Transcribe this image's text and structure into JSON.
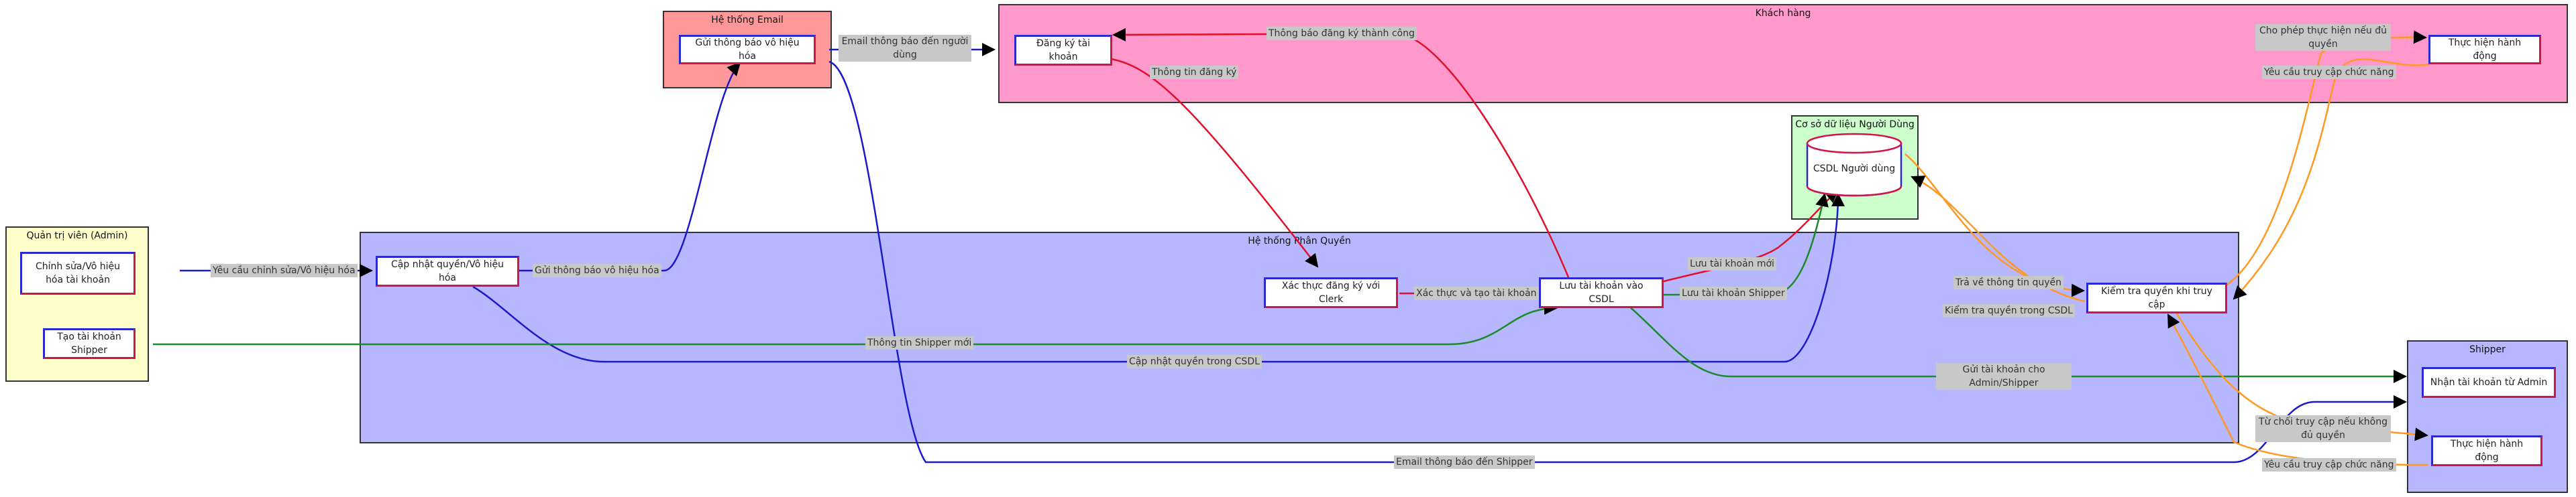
{
  "colors": {
    "email_cluster": "#ff9999",
    "customer_cluster": "#ff99cc",
    "admin_cluster": "#ffffcc",
    "auth_cluster": "#b7b7ff",
    "db_cluster": "#ccffcc",
    "shipper_cluster": "#b7b7ff",
    "edge_blue": "#1a1acc",
    "edge_red": "#e0102a",
    "edge_green": "#1a8a2a",
    "edge_orange": "#ff9922"
  },
  "clusters": {
    "email": "Hệ thống Email",
    "customer": "Khách hàng",
    "admin": "Quản trị viên (Admin)",
    "auth": "Hệ thống Phân Quyền",
    "db": "Cơ sở dữ liệu Người Dùng",
    "shipper": "Shipper"
  },
  "nodes": {
    "email_send": "Gửi thông báo vô hiệu hóa",
    "customer_register": "Đăng ký tài khoản",
    "customer_action": "Thực hiện hành động",
    "admin_edit": "Chỉnh sửa/Vô hiệu hóa tài khoản",
    "admin_create_shipper": "Tạo tài khoản Shipper",
    "auth_update": "Cập nhật quyền/Vô hiệu hóa",
    "auth_clerk": "Xác thực đăng ký với Clerk",
    "auth_save": "Lưu tài khoản vào CSDL",
    "auth_check": "Kiểm tra quyền khi truy cập",
    "db_users": "CSDL Người dùng",
    "shipper_receive": "Nhận tài khoản từ Admin",
    "shipper_action": "Thực hiện hành động"
  },
  "edge_labels": {
    "email_to_shipper_notice": "Email thông báo đến người dùng",
    "register_success": "Thông báo đăng ký thành công",
    "register_info": "Thông tin đăng ký",
    "allow_if_permitted": "Cho phép thực hiện nếu đủ quyền",
    "request_access_customer": "Yêu cầu truy cập chức năng",
    "admin_edit_request": "Yêu cầu chỉnh sửa/Vô hiệu hóa",
    "send_disable_notice": "Gửi thông báo vô hiệu hóa",
    "save_new_account": "Lưu tài khoản mới",
    "verify_and_create": "Xác thực và tạo tài khoản",
    "save_shipper_account": "Lưu tài khoản Shipper",
    "return_permission_info": "Trả về thông tin quyền",
    "check_permission_db": "Kiểm tra quyền trong CSDL",
    "new_shipper_info": "Thông tin Shipper mới",
    "update_permission_db": "Cập nhật quyền trong CSDL",
    "send_account_to": "Gửi tài khoản cho Admin/Shipper",
    "deny_if_not_permitted": "Từ chối truy cập nếu không đủ quyền",
    "email_to_shipper": "Email thông báo đến Shipper",
    "request_access_shipper": "Yêu cầu truy cập chức năng"
  }
}
